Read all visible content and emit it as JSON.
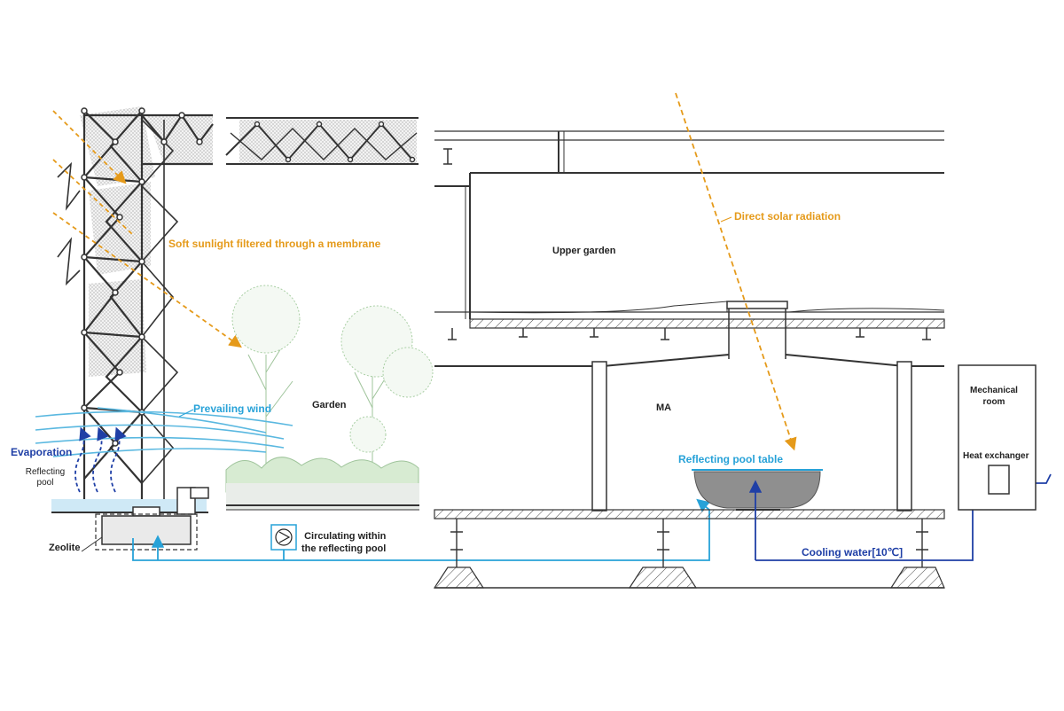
{
  "labels": {
    "soft_sunlight": "Soft sunlight filtered through a membrane",
    "direct_solar": "Direct solar radiation",
    "upper_garden": "Upper garden",
    "garden": "Garden",
    "prevailing_wind": "Prevailing wind",
    "evaporation": "Evaporation",
    "reflecting_pool": "Reflecting\npool",
    "zeolite": "Zeolite",
    "circulating": "Circulating within\nthe reflecting pool",
    "ma": "MA",
    "reflecting_pool_table": "Reflecting pool table",
    "mechanical_room": "Mechanical\nroom",
    "heat_exchanger": "Heat exchanger",
    "cooling_water": "Cooling waterリ10℃ル"
  },
  "colors": {
    "solar_arrow": "#e59a1a",
    "circulation": "#27a2d8",
    "cooling": "#1f3fa6",
    "wind": "#5ab8e0",
    "pool": "#cfe9f6",
    "garden_green": "#b7d7ad",
    "bowl": "#8f8f8f",
    "structure": "#333333"
  },
  "icons": {
    "pump": "pump-icon"
  }
}
